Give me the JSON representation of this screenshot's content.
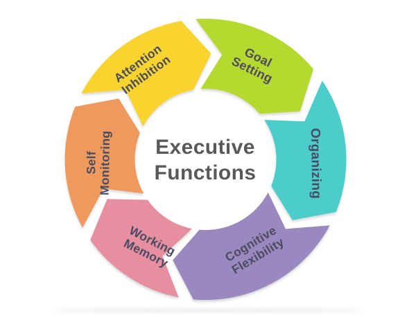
{
  "page": {
    "background": "#ffffff"
  },
  "wheel": {
    "center_title": "Executive\nFunctions",
    "center_title_color": "#58595B",
    "label_color": "#4A4B60",
    "direction": "clockwise",
    "segments": [
      {
        "id": "attention-inhibition",
        "label": "Attention\nInhibition",
        "color": "#F9D32E"
      },
      {
        "id": "goal-setting",
        "label": "Goal\nSetting",
        "color": "#B5D92F"
      },
      {
        "id": "organizing",
        "label": "Organizing",
        "color": "#4CCCCB"
      },
      {
        "id": "cognitive-flexibility",
        "label": "Cognitive\nFlexibility",
        "color": "#9A89BF"
      },
      {
        "id": "working-memory",
        "label": "Working\nMemory",
        "color": "#E58FA0"
      },
      {
        "id": "self-monitoring",
        "label": "Self\nMonitoring",
        "color": "#EE9A5F"
      }
    ]
  }
}
